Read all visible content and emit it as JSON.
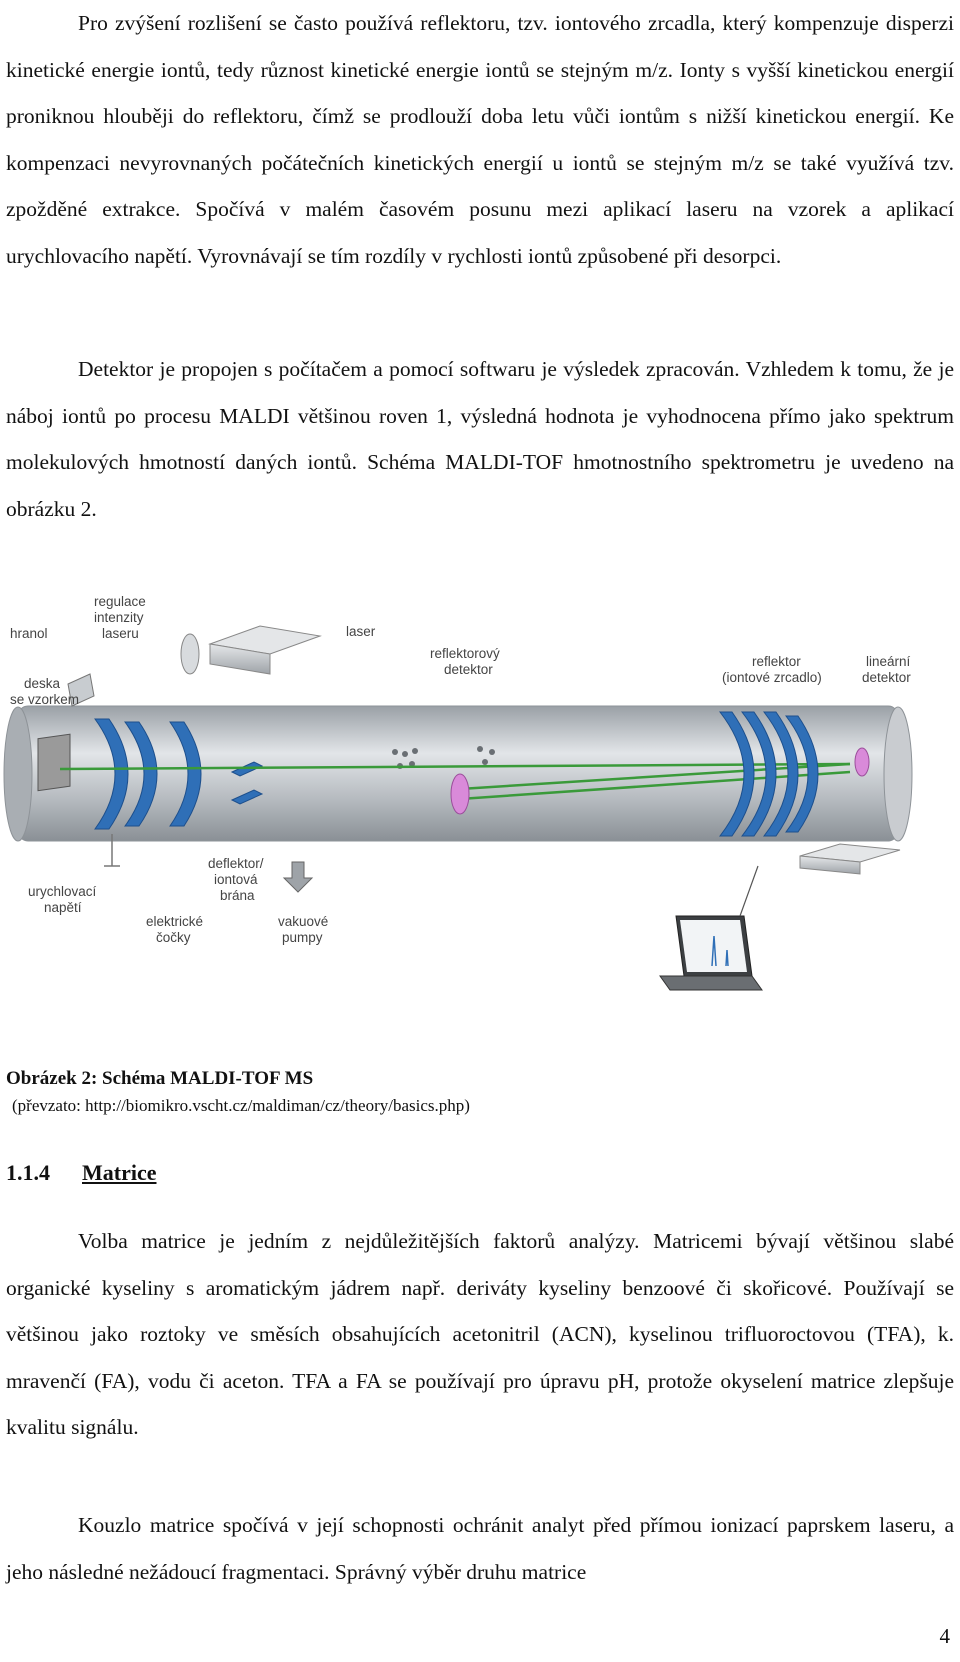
{
  "paragraphs_top": [
    "Pro zvýšení rozlišení se často používá reflektoru, tzv. iontového zrcadla, který kompenzuje disperzi kinetické energie iontů, tedy různost kinetické energie iontů se stejným m/z. Ionty s vyšší kinetickou energií proniknou hlouběji do reflektoru, čímž se prodlouží doba letu vůči iontům s nižší kinetickou energií. Ke kompenzaci nevyrovnaných počátečních kinetických energií u iontů se stejným m/z se také využívá tzv. zpožděné extrakce. Spočívá v malém časovém posunu mezi aplikací laseru na vzorek a aplikací urychlovacího napětí. Vyrovnávají se tím rozdíly v rychlosti iontů způsobené při desorpci.",
    "Detektor je propojen s počítačem a pomocí softwaru je výsledek zpracován. Vzhledem k tomu, že je náboj iontů po procesu MALDI většinou roven 1, výsledná hodnota je vyhodnocena přímo jako spektrum molekulových hmotností daných iontů. Schéma MALDI-TOF hmotnostního spektrometru je uvedeno na obrázku 2."
  ],
  "figure": {
    "labels": {
      "hranol": "hranol",
      "regulace_1": "regulace",
      "regulace_2": "intenzity",
      "regulace_3": "laseru",
      "laser": "laser",
      "deska_1": "deska",
      "deska_2": "se vzorkem",
      "refl_det_1": "reflektorový",
      "refl_det_2": "detektor",
      "reflektor_1": "reflektor",
      "reflektor_2": "(iontové zrcadlo)",
      "lin_det_1": "lineární",
      "lin_det_2": "detektor",
      "urych_1": "urychlovací",
      "urych_2": "napětí",
      "deflektor_1": "deflektor/",
      "deflektor_2": "iontová",
      "deflektor_3": "brána",
      "elektricke_1": "elektrické",
      "elektricke_2": "čočky",
      "vakuove_1": "vakuové",
      "vakuove_2": "pumpy"
    },
    "colors": {
      "tube": "#b8bcc0",
      "lens": "#2f6fb7",
      "beam": "#3a9a3a",
      "detector": "#c070c0"
    },
    "caption_title": "Obrázek 2: Schéma MALDI-TOF MS",
    "caption_source": "(převzato: http://biomikro.vscht.cz/maldiman/cz/theory/basics.php)"
  },
  "section": {
    "number": "1.1.4",
    "title": "Matrice"
  },
  "paragraphs_bottom": [
    "Volba matrice je jedním z nejdůležitějších faktorů analýzy. Matricemi bývají většinou slabé organické kyseliny s aromatickým jádrem např. deriváty kyseliny benzoové či skořicové. Používají se většinou jako roztoky ve směsích obsahujících acetonitril (ACN), kyselinou trifluoroctovou (TFA), k. mravenčí (FA), vodu či aceton. TFA a FA se používají pro úpravu pH, protože okyselení matrice zlepšuje kvalitu signálu.",
    "Kouzlo matrice spočívá v její schopnosti ochránit analyt před přímou ionizací paprskem laseru, a jeho následné nežádoucí fragmentaci. Správný výběr druhu matrice"
  ],
  "page_number": "4"
}
